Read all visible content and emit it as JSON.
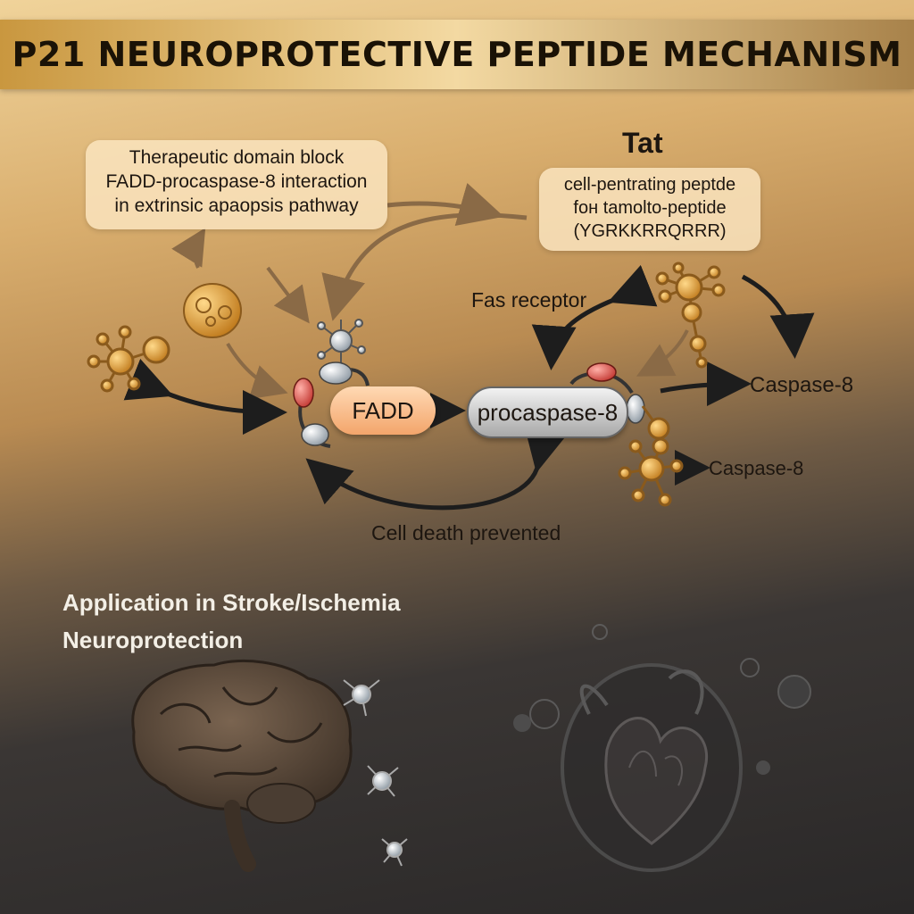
{
  "title": "P21 NEUROPROTECTIVE PEPTIDE MECHANISM",
  "therapeutic_box": {
    "lines": [
      "Therapeutic domain block",
      "FADD-procaspase-8 interaction",
      "in extrinsic apaopsis pathway"
    ]
  },
  "tat": {
    "label": "Tat",
    "lines": [
      "cell-pentrating peptde",
      "foн tamolto-peptide",
      "(YGRKKRRQRRR)"
    ]
  },
  "labels": {
    "fas_receptor": "Fas receptor",
    "fadd": "FADD",
    "procaspase": "procaspase-8",
    "caspase_1": "Caspase-8",
    "caspase_2": "Caspase-8",
    "cell_death": "Cell death prevented"
  },
  "application": {
    "line1": "Application in Stroke/Ischemia",
    "line2": "Neuroprotection"
  },
  "colors": {
    "accent_gold": "#c9973f",
    "molecule_orange": "#e0a040",
    "arrow_dark": "#1d1d1d",
    "arrow_brown": "#8a6a46"
  }
}
